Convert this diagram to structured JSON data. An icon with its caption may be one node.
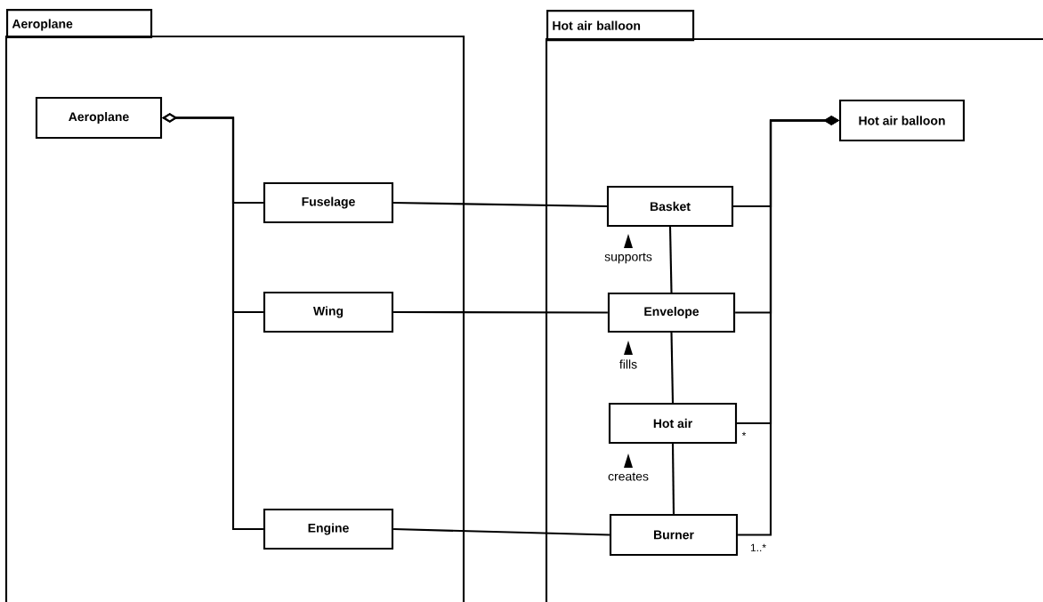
{
  "diagram": {
    "nodes": [
      {
        "text": [
          "Aeroplane"
        ]
      },
      {
        "text": [
          "Aeroplane"
        ],
        "in": 0
      },
      {
        "text": [
          "Fuselage"
        ],
        "in": 0
      },
      {
        "text": [
          "Wing"
        ],
        "in": 0
      },
      {
        "text": [
          "Engine"
        ],
        "in": 0
      },
      {
        "text": [
          "Hot air balloon"
        ]
      },
      {
        "text": [
          "Hot air balloon"
        ],
        "in": 5
      },
      {
        "text": [
          "Basket"
        ],
        "in": 5
      },
      {
        "text": [
          "Envelope"
        ],
        "in": 5
      },
      {
        "text": [
          "Hot air"
        ],
        "in": 5
      },
      {
        "text": [
          "Burner"
        ],
        "in": 5
      }
    ],
    "edges": [
      {
        "from": 1,
        "to": 2,
        "arrow": "other"
      },
      {
        "from": 1,
        "to": 3,
        "arrow": "other"
      },
      {
        "from": 1,
        "to": 4,
        "arrow": "other"
      },
      {
        "from": 2,
        "to": 7,
        "arrow": "none"
      },
      {
        "from": 3,
        "to": 8,
        "arrow": "none"
      },
      {
        "from": 4,
        "to": 10,
        "arrow": "none"
      },
      {
        "from": 6,
        "to": 7,
        "arrow": "other"
      },
      {
        "from": 6,
        "to": 8,
        "arrow": "other"
      },
      {
        "from": 6,
        "to": 9,
        "arrow": "other",
        "label": "*"
      },
      {
        "from": 6,
        "to": 10,
        "arrow": "other",
        "label": "1..*"
      },
      {
        "from": 7,
        "to": 8,
        "arrow": "none",
        "label": "supports"
      },
      {
        "from": 8,
        "to": 9,
        "arrow": "none",
        "label": "fills"
      },
      {
        "from": 9,
        "to": 10,
        "arrow": "none",
        "label": "creates"
      }
    ]
  }
}
